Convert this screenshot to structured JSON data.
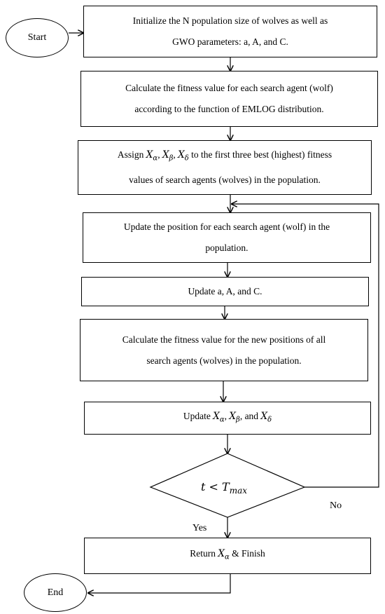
{
  "nodes": {
    "start": "Start",
    "init_line1": "Initialize the N population size of wolves as well as",
    "init_line2": "GWO parameters: a, A, and C.",
    "calc_fitness_line1": "Calculate the fitness value for each search agent (wolf)",
    "calc_fitness_line2": "according to the function of EMLOG distribution.",
    "assign_prefix": "Assign",
    "assign_x": "X",
    "assign_sub_alpha": "α",
    "assign_sub_beta": "β",
    "assign_sub_delta": "δ",
    "assign_sep": ", ",
    "assign_line1_suffix": " to the first three best (highest) fitness",
    "assign_line2": "values of search agents (wolves) in the population.",
    "update_position_line1": "Update the position for each search agent (wolf) in the",
    "update_position_line2": "population.",
    "update_params": "Update a, A, and C.",
    "calc_new_line1": "Calculate the fitness value for the new positions of all",
    "calc_new_line2": "search agents (wolves) in the population.",
    "update_x_prefix": "Update ",
    "update_x_var": "X",
    "update_x_alpha": "α",
    "update_x_beta": "β",
    "update_x_delta": "δ",
    "update_x_sep": ", ",
    "update_x_and": ", and ",
    "decision_t": "t",
    "decision_lt": " < ",
    "decision_T": "T",
    "decision_sub": "max",
    "return_prefix": "Return ",
    "return_x": "X",
    "return_sub": "α",
    "return_suffix": " & Finish",
    "end": "End"
  },
  "edges": {
    "yes_label": "Yes",
    "no_label": "No"
  }
}
